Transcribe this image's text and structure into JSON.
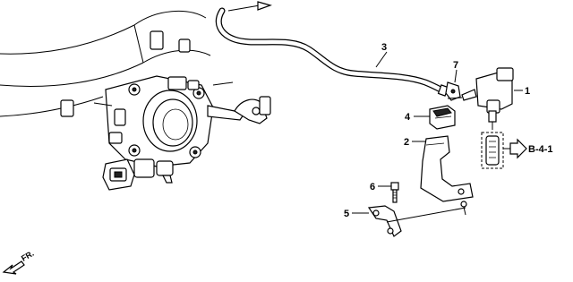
{
  "callouts": [
    {
      "id": "1",
      "label": "1"
    },
    {
      "id": "2",
      "label": "2"
    },
    {
      "id": "3",
      "label": "3"
    },
    {
      "id": "4",
      "label": "4"
    },
    {
      "id": "5",
      "label": "5"
    },
    {
      "id": "6",
      "label": "6"
    },
    {
      "id": "7",
      "label": "7"
    }
  ],
  "reference": {
    "label": "B-4-1"
  },
  "direction": {
    "label": "FR."
  }
}
